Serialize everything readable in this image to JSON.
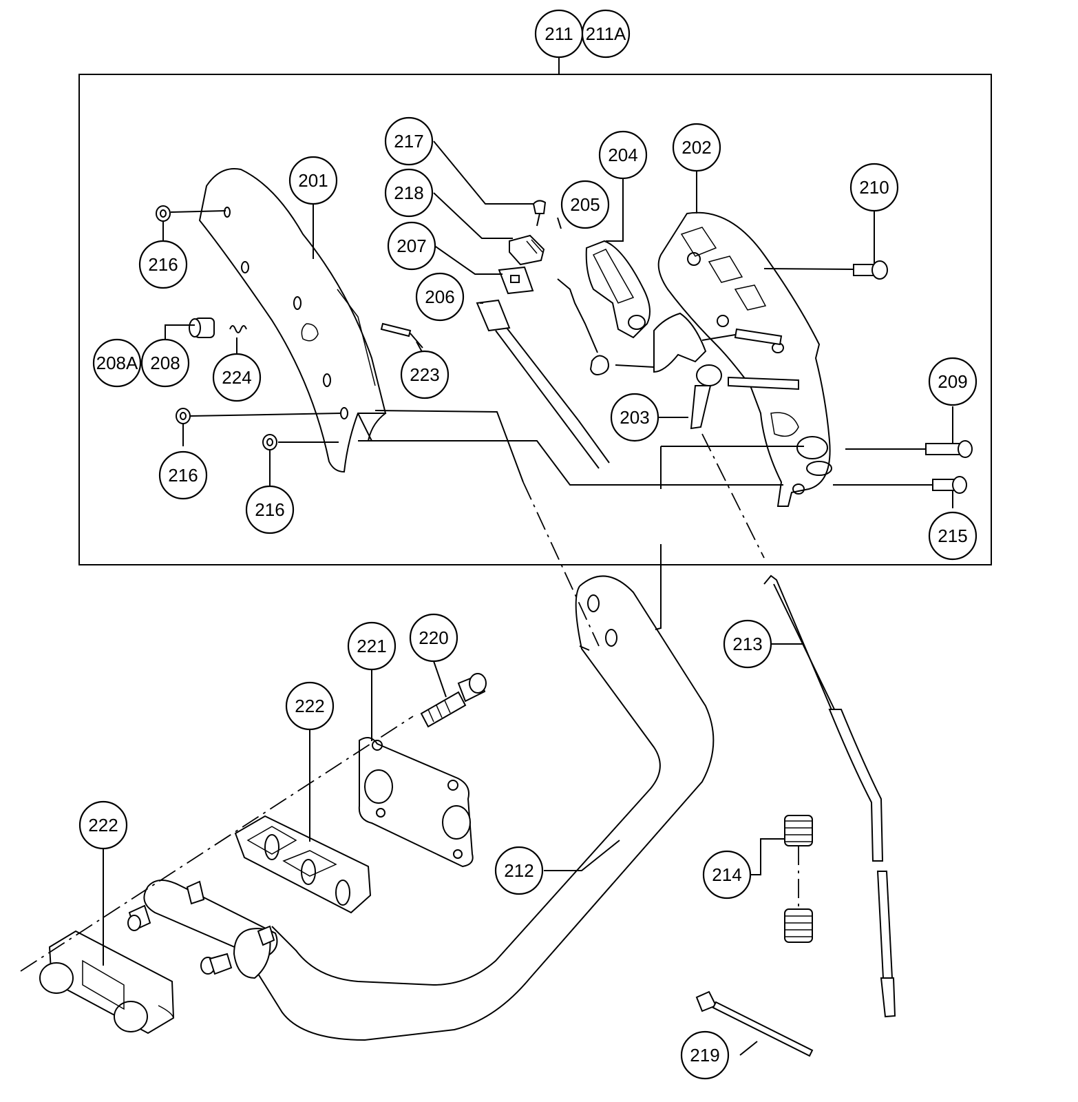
{
  "labels": {
    "l211": "211",
    "l211A": "211A",
    "l201": "201",
    "l202": "202",
    "l203": "203",
    "l204": "204",
    "l205": "205",
    "l206": "206",
    "l207": "207",
    "l208": "208",
    "l208A": "208A",
    "l209": "209",
    "l210": "210",
    "l212": "212",
    "l213": "213",
    "l214": "214",
    "l215": "215",
    "l216a": "216",
    "l216b": "216",
    "l216c": "216",
    "l217": "217",
    "l218": "218",
    "l219": "219",
    "l220": "220",
    "l221": "221",
    "l222a": "222",
    "l222b": "222",
    "l223": "223",
    "l224": "224"
  }
}
